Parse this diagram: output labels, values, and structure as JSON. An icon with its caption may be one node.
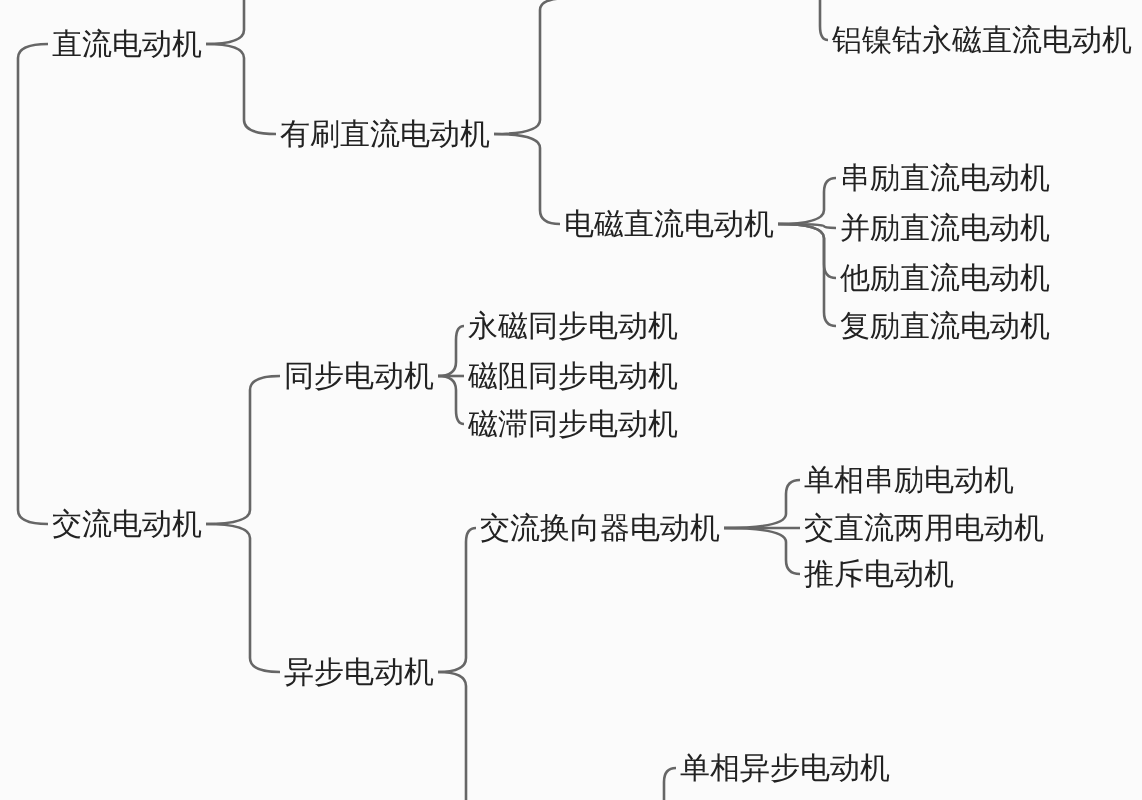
{
  "diagram": {
    "nodes": [
      {
        "text": [
          "直流电动机"
        ]
      },
      {
        "text": [
          "有刷直流电动机"
        ]
      },
      {
        "text": [
          "电磁直流电动机"
        ]
      },
      {
        "text": [
          "串励直流电动机"
        ]
      },
      {
        "text": [
          "并励直流电动机"
        ]
      },
      {
        "text": [
          "他励直流电动机"
        ]
      },
      {
        "text": [
          "复励直流电动机"
        ]
      },
      {
        "text": [
          "铝镍钴永磁直流电动机"
        ]
      },
      {
        "text": [
          "交流电动机"
        ]
      },
      {
        "text": [
          "同步电动机"
        ]
      },
      {
        "text": [
          "永磁同步电动机"
        ]
      },
      {
        "text": [
          "磁阻同步电动机"
        ]
      },
      {
        "text": [
          "磁滞同步电动机"
        ]
      },
      {
        "text": [
          "异步电动机"
        ]
      },
      {
        "text": [
          "交流换向器电动机"
        ]
      },
      {
        "text": [
          "单相串励电动机"
        ]
      },
      {
        "text": [
          "交直流两用电动机"
        ]
      },
      {
        "text": [
          "推斥电动机"
        ]
      },
      {
        "text": [
          "单相异步电动机"
        ]
      }
    ],
    "edges": [
      {
        "from": null,
        "to": 0,
        "arrow": "none"
      },
      {
        "from": 0,
        "to": null,
        "arrow": "none"
      },
      {
        "from": 0,
        "to": 1,
        "arrow": "none"
      },
      {
        "from": 1,
        "to": null,
        "arrow": "none"
      },
      {
        "from": null,
        "to": 7,
        "arrow": "none"
      },
      {
        "from": 1,
        "to": 2,
        "arrow": "none"
      },
      {
        "from": 2,
        "to": 3,
        "arrow": "none"
      },
      {
        "from": 2,
        "to": 4,
        "arrow": "none"
      },
      {
        "from": 2,
        "to": 5,
        "arrow": "none"
      },
      {
        "from": 2,
        "to": 6,
        "arrow": "none"
      },
      {
        "from": null,
        "to": 8,
        "arrow": "none"
      },
      {
        "from": 8,
        "to": 9,
        "arrow": "none"
      },
      {
        "from": 9,
        "to": 10,
        "arrow": "none"
      },
      {
        "from": 9,
        "to": 11,
        "arrow": "none"
      },
      {
        "from": 9,
        "to": 12,
        "arrow": "none"
      },
      {
        "from": 8,
        "to": 13,
        "arrow": "none"
      },
      {
        "from": 13,
        "to": 14,
        "arrow": "none"
      },
      {
        "from": 14,
        "to": 15,
        "arrow": "none"
      },
      {
        "from": 14,
        "to": 16,
        "arrow": "none"
      },
      {
        "from": 14,
        "to": 17,
        "arrow": "none"
      },
      {
        "from": 13,
        "to": null,
        "arrow": "none"
      },
      {
        "from": null,
        "to": 18,
        "arrow": "none"
      }
    ]
  }
}
